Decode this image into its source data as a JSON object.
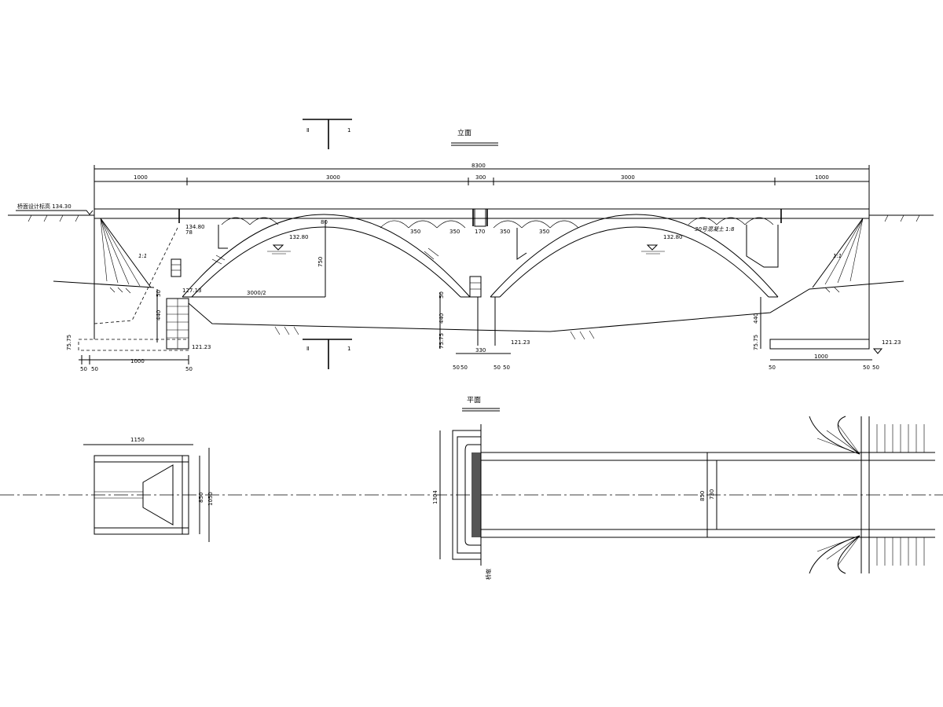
{
  "elevation": {
    "title": "立面",
    "section_mark": "1",
    "total_length": "8300",
    "spans": [
      "1000",
      "3000",
      "300",
      "3000",
      "1000"
    ],
    "road_label": "桥面设计标高 134.30",
    "water_level": "132.80",
    "rise": "750",
    "half_span": "3000/2",
    "spring_elev": "127.13",
    "base_elev": "121.23",
    "pier_height": "440",
    "pier_top": "50",
    "footing": "75.75",
    "footing_width": "1000",
    "footing_edge": "50",
    "pier_width": "330",
    "small_arch_span": "350",
    "pier_cap": "170",
    "small_dim_a": "78",
    "small_dim_b": "80",
    "slope": "1:1",
    "small_elev": "134.80",
    "arch_label": "30号混凝土 1:8"
  },
  "plan": {
    "title": "平面",
    "abut_length": "1150",
    "abut_width": "850",
    "abut_total": "1050",
    "deck_total": "1304",
    "deck_width": "850",
    "deck_inner": "730",
    "pier_note": "桥墩"
  }
}
